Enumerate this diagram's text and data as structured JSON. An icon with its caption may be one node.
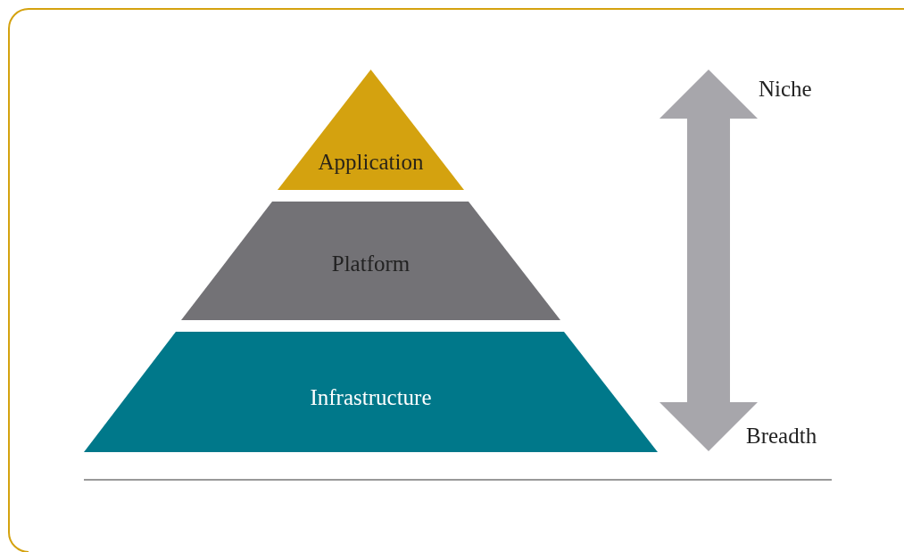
{
  "diagram": {
    "nodes": [
      {
        "text": [
          "Application"
        ]
      },
      {
        "text": [
          "Platform"
        ]
      },
      {
        "text": [
          "Infrastructure"
        ]
      }
    ],
    "labels": [
      "Niche",
      "Breadth"
    ]
  }
}
